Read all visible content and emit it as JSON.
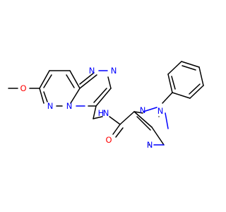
{
  "molecule": {
    "labels": {
      "o_methoxy": "O",
      "n_pyridazine_1": "N",
      "n_pyridazine_2": "N",
      "n_triazolo_1": "N",
      "n_triazolo_2": "N",
      "nh": "N",
      "h": "H",
      "o_carbonyl": "O",
      "n_triazole_1": "N",
      "n_triazole_2": "N",
      "n_triazole_3": "N"
    }
  },
  "colors": {
    "bond": "#000000",
    "nitrogen": "#0000ff",
    "oxygen": "#ff0000",
    "background": "#ffffff"
  }
}
